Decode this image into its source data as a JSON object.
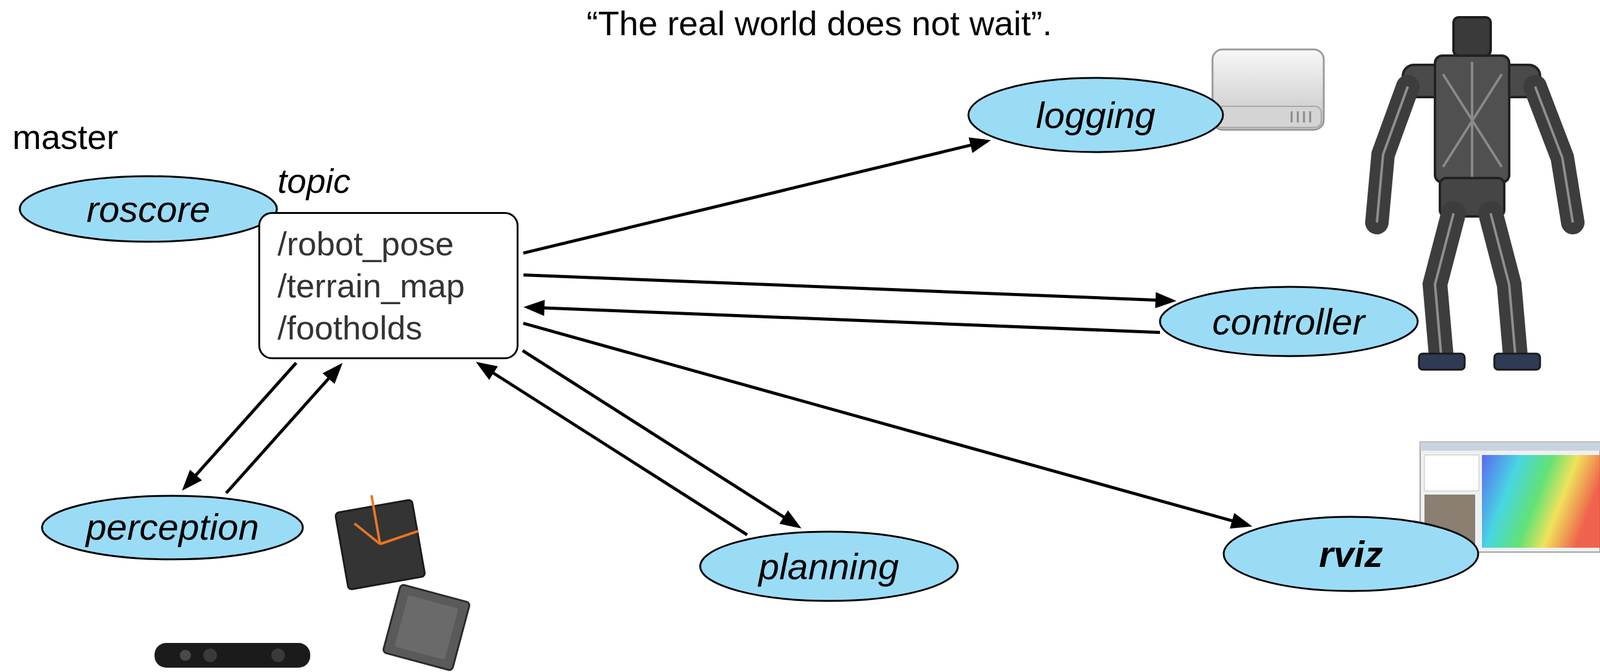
{
  "diagram": {
    "nodes": [
      {
        "text": [
          "roscore"
        ]
      },
      {
        "text": [
          "topic",
          "/robot_pose",
          "/terrain_map",
          "/footholds"
        ]
      },
      {
        "text": [
          "logging"
        ]
      },
      {
        "text": [
          "controller"
        ]
      },
      {
        "text": [
          "perception"
        ]
      },
      {
        "text": [
          "planning"
        ]
      },
      {
        "text": [
          "rviz"
        ]
      }
    ],
    "edges": [
      {
        "from": 1,
        "to": 2,
        "arrow": "to"
      },
      {
        "from": 1,
        "to": 3,
        "arrow": "to"
      },
      {
        "from": 3,
        "to": 1,
        "arrow": "to"
      },
      {
        "from": 1,
        "to": 6,
        "arrow": "to"
      },
      {
        "from": 1,
        "to": 4,
        "arrow": "to"
      },
      {
        "from": 4,
        "to": 1,
        "arrow": "to"
      },
      {
        "from": 1,
        "to": 5,
        "arrow": "to"
      },
      {
        "from": 5,
        "to": 1,
        "arrow": "to"
      }
    ],
    "labels": [
      "“The real world does not wait”.",
      "master"
    ]
  }
}
